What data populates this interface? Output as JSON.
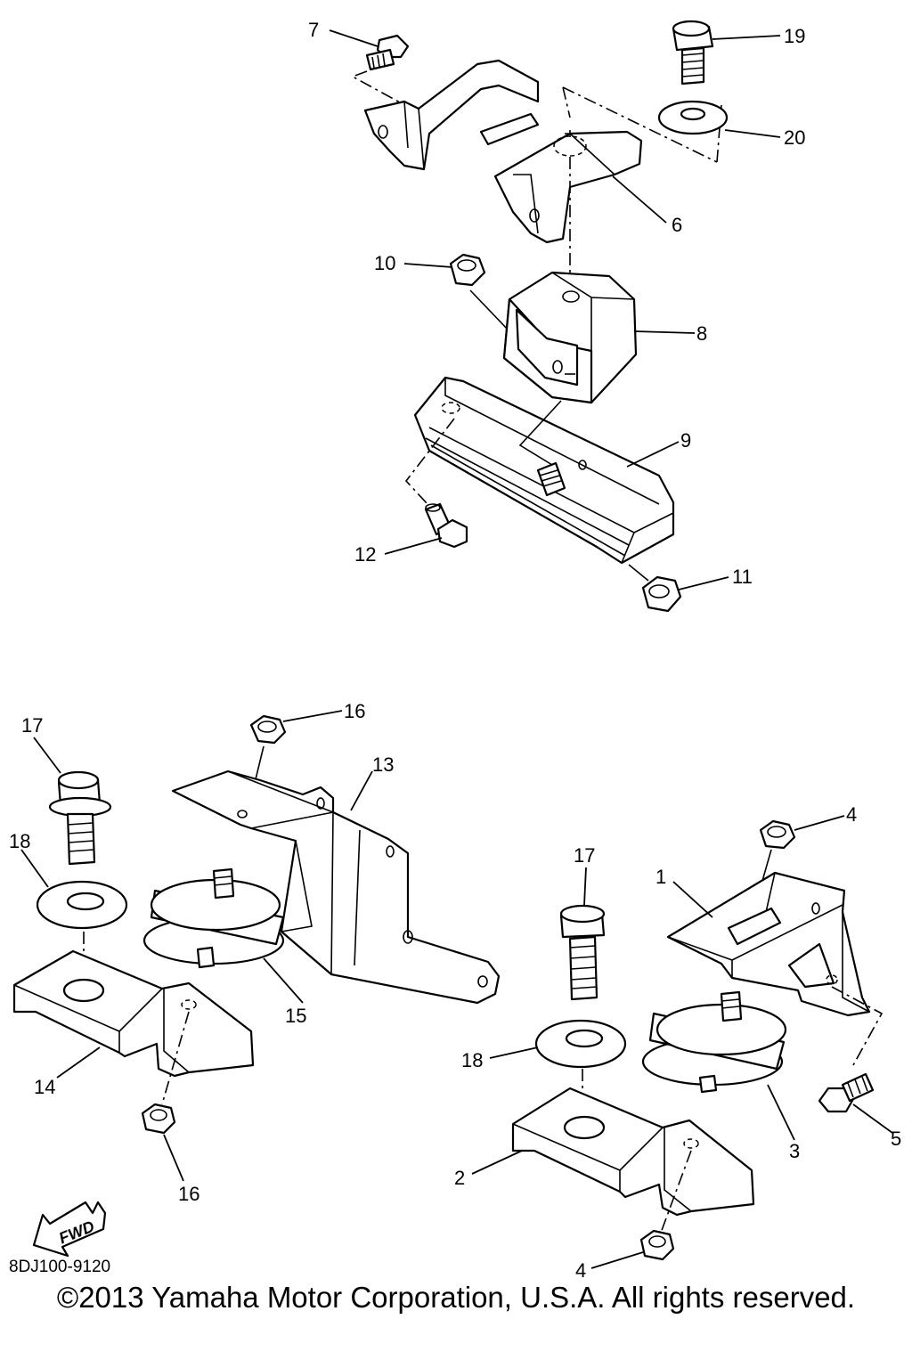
{
  "diagram": {
    "part_numbers": {
      "p7": "7",
      "p19": "19",
      "p20": "20",
      "p6": "6",
      "p10": "10",
      "p8": "8",
      "p9": "9",
      "p12": "12",
      "p11": "11",
      "p16a": "16",
      "p17a": "17",
      "p13": "13",
      "p18a": "18",
      "p15": "15",
      "p14": "14",
      "p16b": "16",
      "p4a": "4",
      "p1": "1",
      "p17b": "17",
      "p18b": "18",
      "p3": "3",
      "p5": "5",
      "p2": "2",
      "p4b": "4"
    },
    "fwd_label": "FWD",
    "diagram_code": "8DJ100-9120"
  },
  "copyright": "©2013 Yamaha Motor Corporation, U.S.A. All rights reserved."
}
